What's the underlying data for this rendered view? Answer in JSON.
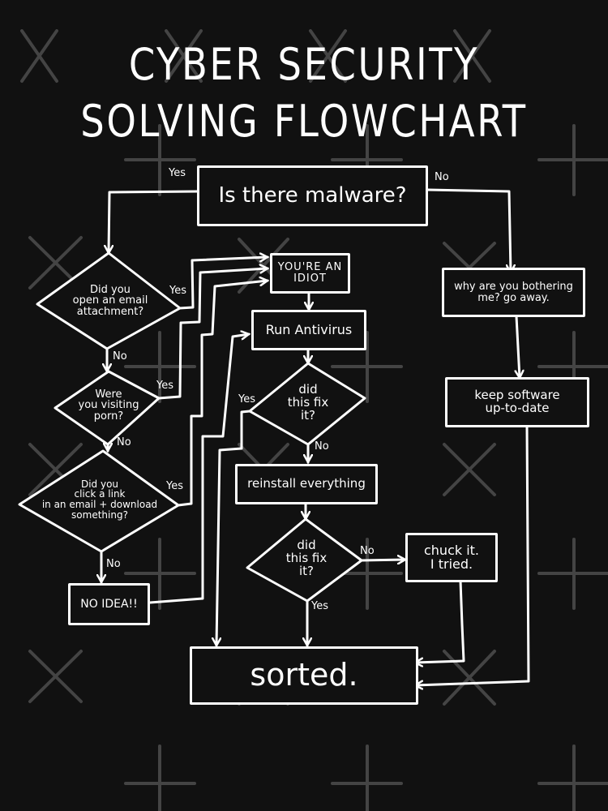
{
  "title": {
    "line1": "CYBER SECURITY",
    "line2": "SOLVING FLOWCHART"
  },
  "colors": {
    "background": "#111111",
    "stroke": "#ffffff",
    "watermark": "#4a4a4a"
  },
  "nodes": {
    "malware": "Is there malware?",
    "email_attachment": "Did you\nopen an email\nattachment?",
    "visiting_porn": "Were\nyou visiting\nporn?",
    "click_link": "Did you\nclick a link\nin an email + download\nsomething?",
    "no_idea": "NO IDEA!!",
    "idiot": "YOU'RE AN\nIDIOT",
    "run_antivirus": "Run Antivirus",
    "fix1": "did\nthis fix\nit?",
    "reinstall": "reinstall everything",
    "fix2": "did\nthis fix\nit?",
    "chuck": "chuck it.\nI tried.",
    "why_bother": "why are you bothering\nme? go away.",
    "keep_software": "keep software\nup-to-date",
    "sorted": "sorted."
  },
  "edge_labels": {
    "malware_yes": "Yes",
    "malware_no": "No",
    "email_yes": "Yes",
    "email_no": "No",
    "porn_yes": "Yes",
    "porn_no": "No",
    "link_yes": "Yes",
    "link_no": "No",
    "fix1_yes": "Yes",
    "fix1_no": "No",
    "fix2_no": "No",
    "fix2_yes": "Yes"
  }
}
